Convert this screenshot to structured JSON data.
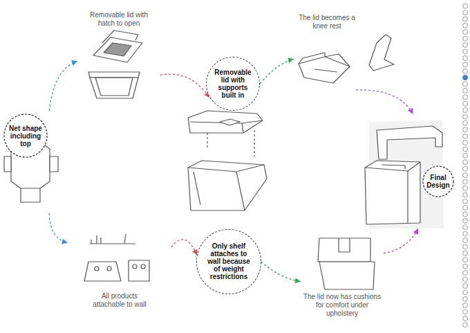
{
  "diagram": {
    "nodes": [
      {
        "text": [
          "Net shape including top"
        ]
      },
      {
        "text": [
          "Removable lid with hatch to open"
        ]
      },
      {
        "text": [
          "All products attachable to wall"
        ]
      },
      {
        "text": [
          "Removable lid with supports built in"
        ]
      },
      {
        "text": [
          "Only shelf attaches to wall because of weight restrictions"
        ]
      },
      {
        "text": [
          "The lid becomes a knee rest"
        ]
      },
      {
        "text": [
          "The lid now has cushions for comfort under upholstery"
        ]
      },
      {
        "text": [
          "Final Design"
        ]
      }
    ],
    "edges": [
      {
        "from": 0,
        "to": 1,
        "arrow": "to"
      },
      {
        "from": 0,
        "to": 2,
        "arrow": "to"
      },
      {
        "from": 1,
        "to": 3,
        "arrow": "to"
      },
      {
        "from": 2,
        "to": 4,
        "arrow": "to"
      },
      {
        "from": 3,
        "to": 5,
        "arrow": "to"
      },
      {
        "from": 4,
        "to": 6,
        "arrow": "to"
      },
      {
        "from": 5,
        "to": 7,
        "arrow": "to"
      },
      {
        "from": 6,
        "to": 7,
        "arrow": "to"
      }
    ]
  }
}
